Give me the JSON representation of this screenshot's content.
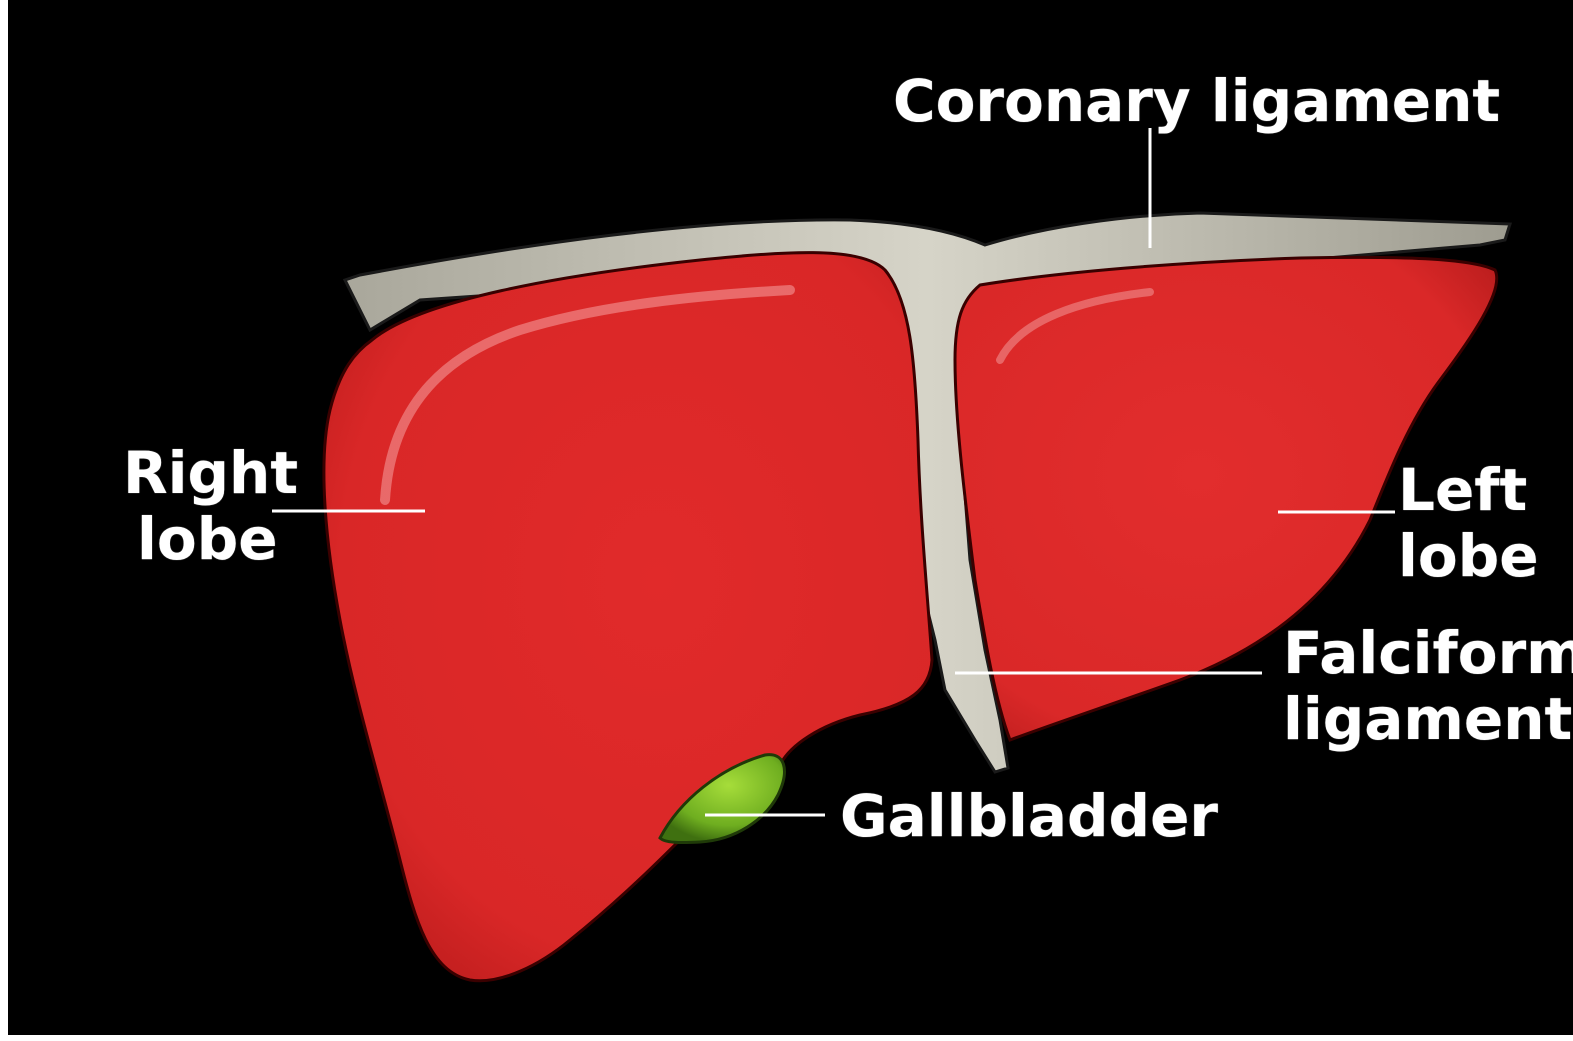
{
  "labels": {
    "coronary_ligament": "Coronary ligament",
    "right_lobe": [
      "Right",
      "lobe"
    ],
    "left_lobe": [
      "Left",
      "lobe"
    ],
    "falciform_ligament": [
      "Falciform",
      "ligament"
    ],
    "gallbladder": "Gallbladder"
  },
  "colors": {
    "background": "#000000",
    "frame": "#ffffff",
    "liver": "#dc2a2a",
    "liver_outline": "#3a0000",
    "ligament": "#c8c6ba",
    "gallbladder": "#7fbf2a",
    "label_text": "#ffffff",
    "leader_line": "#ffffff"
  }
}
